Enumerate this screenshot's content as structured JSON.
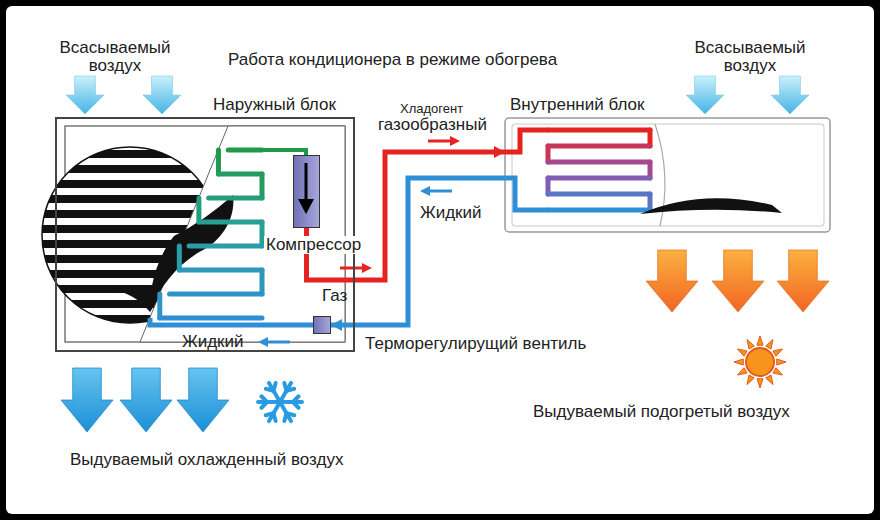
{
  "diagram": {
    "title": "Работа кондиционера в режиме обогрева",
    "nodes": [
      {
        "text": [
          "Наружный блок"
        ]
      },
      {
        "text": [
          "Компрессор"
        ],
        "in": 0
      },
      {
        "text": [
          "Терморегулирущий вентиль"
        ],
        "in": 0
      },
      {
        "text": [
          "Внутренний блок"
        ]
      }
    ],
    "edges": [
      {
        "from": 1,
        "to": 3,
        "arrow": "to"
      },
      {
        "from": 3,
        "to": 2,
        "arrow": "to"
      }
    ],
    "labels": [
      "Всасываемый воздух",
      "Всасываемый воздух",
      "Хладогент",
      "газообразный",
      "Жидкий",
      "Газ",
      "Жидкий",
      "Выдуваемый подогретый воздух",
      "Выдуваемый охлажденный воздух"
    ]
  }
}
